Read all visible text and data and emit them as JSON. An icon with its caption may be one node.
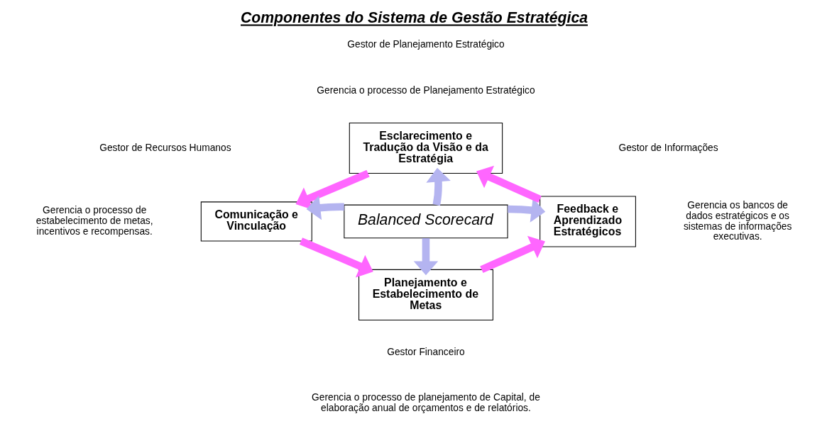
{
  "diagram": {
    "title": "Componentes do Sistema de Gestão Estratégica",
    "nodes": [
      {
        "text": [
          "Esclarecimento e Tradução da Visão e da Estratégia"
        ]
      },
      {
        "text": [
          "Comunicação e Vinculação"
        ]
      },
      {
        "text": [
          "Balanced Scorecard"
        ]
      },
      {
        "text": [
          "Feedback e Aprendizado Estratégicos"
        ]
      },
      {
        "text": [
          "Planejamento e Estabelecimento de Metas"
        ]
      }
    ],
    "edges": [
      {
        "from": 2,
        "to": 0,
        "arrow": "to"
      },
      {
        "from": 2,
        "to": 1,
        "arrow": "to"
      },
      {
        "from": 2,
        "to": 3,
        "arrow": "to"
      },
      {
        "from": 2,
        "to": 4,
        "arrow": "to"
      },
      {
        "from": 0,
        "to": 1,
        "arrow": "to",
        "color": "#ff66ff"
      },
      {
        "from": 1,
        "to": 4,
        "arrow": "to",
        "color": "#ff66ff"
      },
      {
        "from": 4,
        "to": 3,
        "arrow": "to",
        "color": "#ff66ff"
      },
      {
        "from": 3,
        "to": 0,
        "arrow": "to",
        "color": "#ff66ff"
      }
    ],
    "labels": [
      "Gestor de Planejamento Estratégico",
      "Gerencia o processo de Planejamento Estratégico",
      "Gestor de Recursos Humanos",
      "Gerencia o processo de estabelecimento de metas, incentivos e recompensas.",
      "Gestor de Informações",
      "Gerencia os bancos de dados estratégicos e os sistemas de informações executivas.",
      "Gestor Financeiro",
      "Gerencia o processo de planejamento de Capital, de elaboração anual de orçamentos e de relatórios."
    ]
  }
}
